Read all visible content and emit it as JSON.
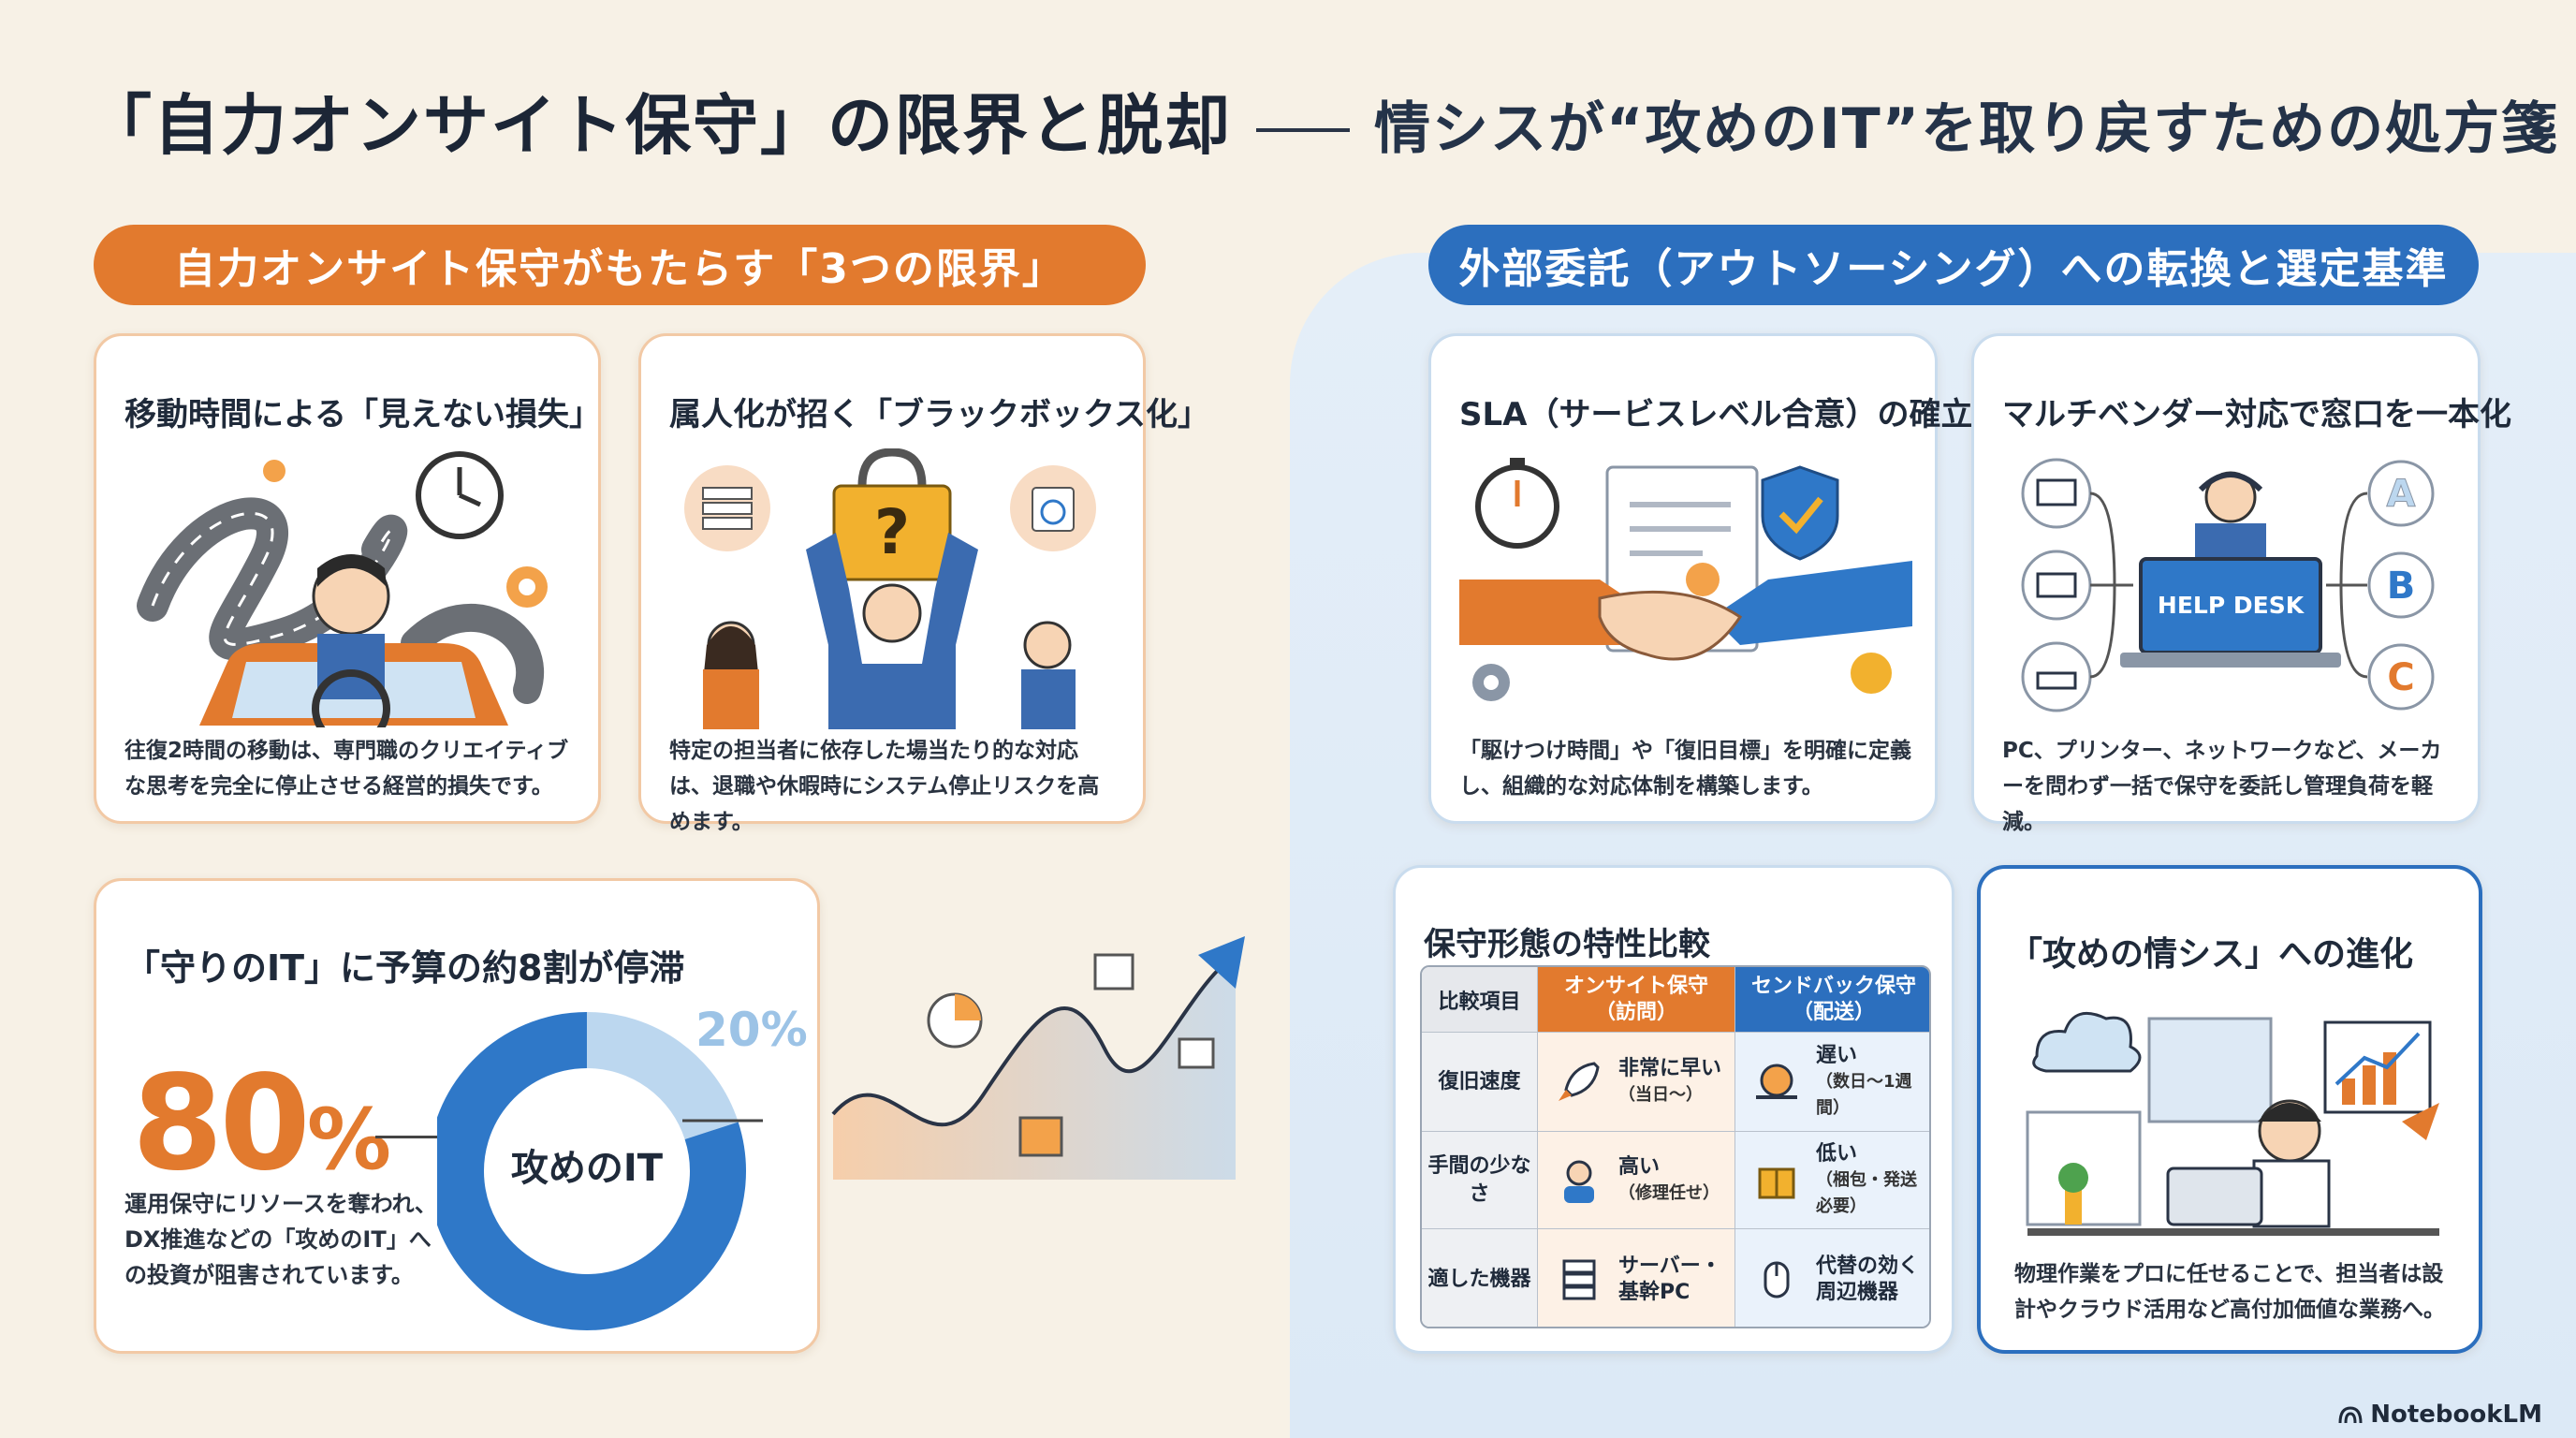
{
  "header": {
    "title": "「自力オンサイト保守」の限界と脱却",
    "subtitle": "情シスが“攻めのIT”を取り戻すための処方箋"
  },
  "left_section": {
    "label": "自力オンサイト保守がもたらす「3つの限界」",
    "cards": [
      {
        "title": "移動時間による「見えない損失」",
        "desc": "往復2時間の移動は、専門職のクリエイティブな思考を完全に停止させる経営的損失です。"
      },
      {
        "title": "属人化が招く「ブラックボックス化」",
        "desc": "特定の担当者に依存した場当たり的な対応は、退職や休暇時にシステム停止リスクを高めます。"
      }
    ],
    "budget_card": {
      "title": "「守りのIT」に予算の約8割が停滞",
      "big_number": "80",
      "big_unit": "%",
      "desc": "運用保守にリソースを奪われ、DX推進などの「攻めのIT」への投資が阻害されています。",
      "donut_label": "攻めのIT",
      "small_pct": "20%",
      "donut_share": 0.2,
      "colors": {
        "main": "#2f78c8",
        "light": "#bcd7ef"
      }
    }
  },
  "right_section": {
    "label": "外部委託（アウトソーシング）への転換と選定基準",
    "cards": [
      {
        "title": "SLA（サービスレベル合意）の確立",
        "desc": "「駆けつけ時間」や「復旧目標」を明確に定義し、組織的な対応体制を構築します。"
      },
      {
        "title": "マルチベンダー対応で窓口を一本化",
        "desc": "PC、プリンター、ネットワークなど、メーカーを問わず一括で保守を委託し管理負荷を軽減。",
        "help_desk": "HELP DESK",
        "vendors": [
          "A",
          "B",
          "C"
        ]
      }
    ],
    "comparison": {
      "title": "保守形態の特性比較",
      "header_item": "比較項目",
      "col_onsite": "オンサイト保守",
      "col_onsite_sub": "（訪問）",
      "col_send": "センドバック保守",
      "col_send_sub": "（配送）",
      "rows": [
        {
          "label": "復旧速度",
          "onsite": "非常に早い",
          "onsite_sub": "（当日〜）",
          "send": "遅い",
          "send_sub": "（数日〜1週間）"
        },
        {
          "label": "手間の少なさ",
          "onsite": "高い",
          "onsite_sub": "（修理任せ）",
          "send": "低い",
          "send_sub": "（梱包・発送必要）"
        },
        {
          "label": "適した機器",
          "onsite": "サーバー・基幹PC",
          "onsite_sub": "",
          "send": "代替の効く周辺機器",
          "send_sub": ""
        }
      ]
    },
    "evolution": {
      "title": "「攻めの情シス」への進化",
      "desc": "物理作業をプロに任せることで、担当者は設計やクラウド活用など高付加価値な業務へ。"
    }
  },
  "footer": {
    "brand": "NotebookLM"
  }
}
